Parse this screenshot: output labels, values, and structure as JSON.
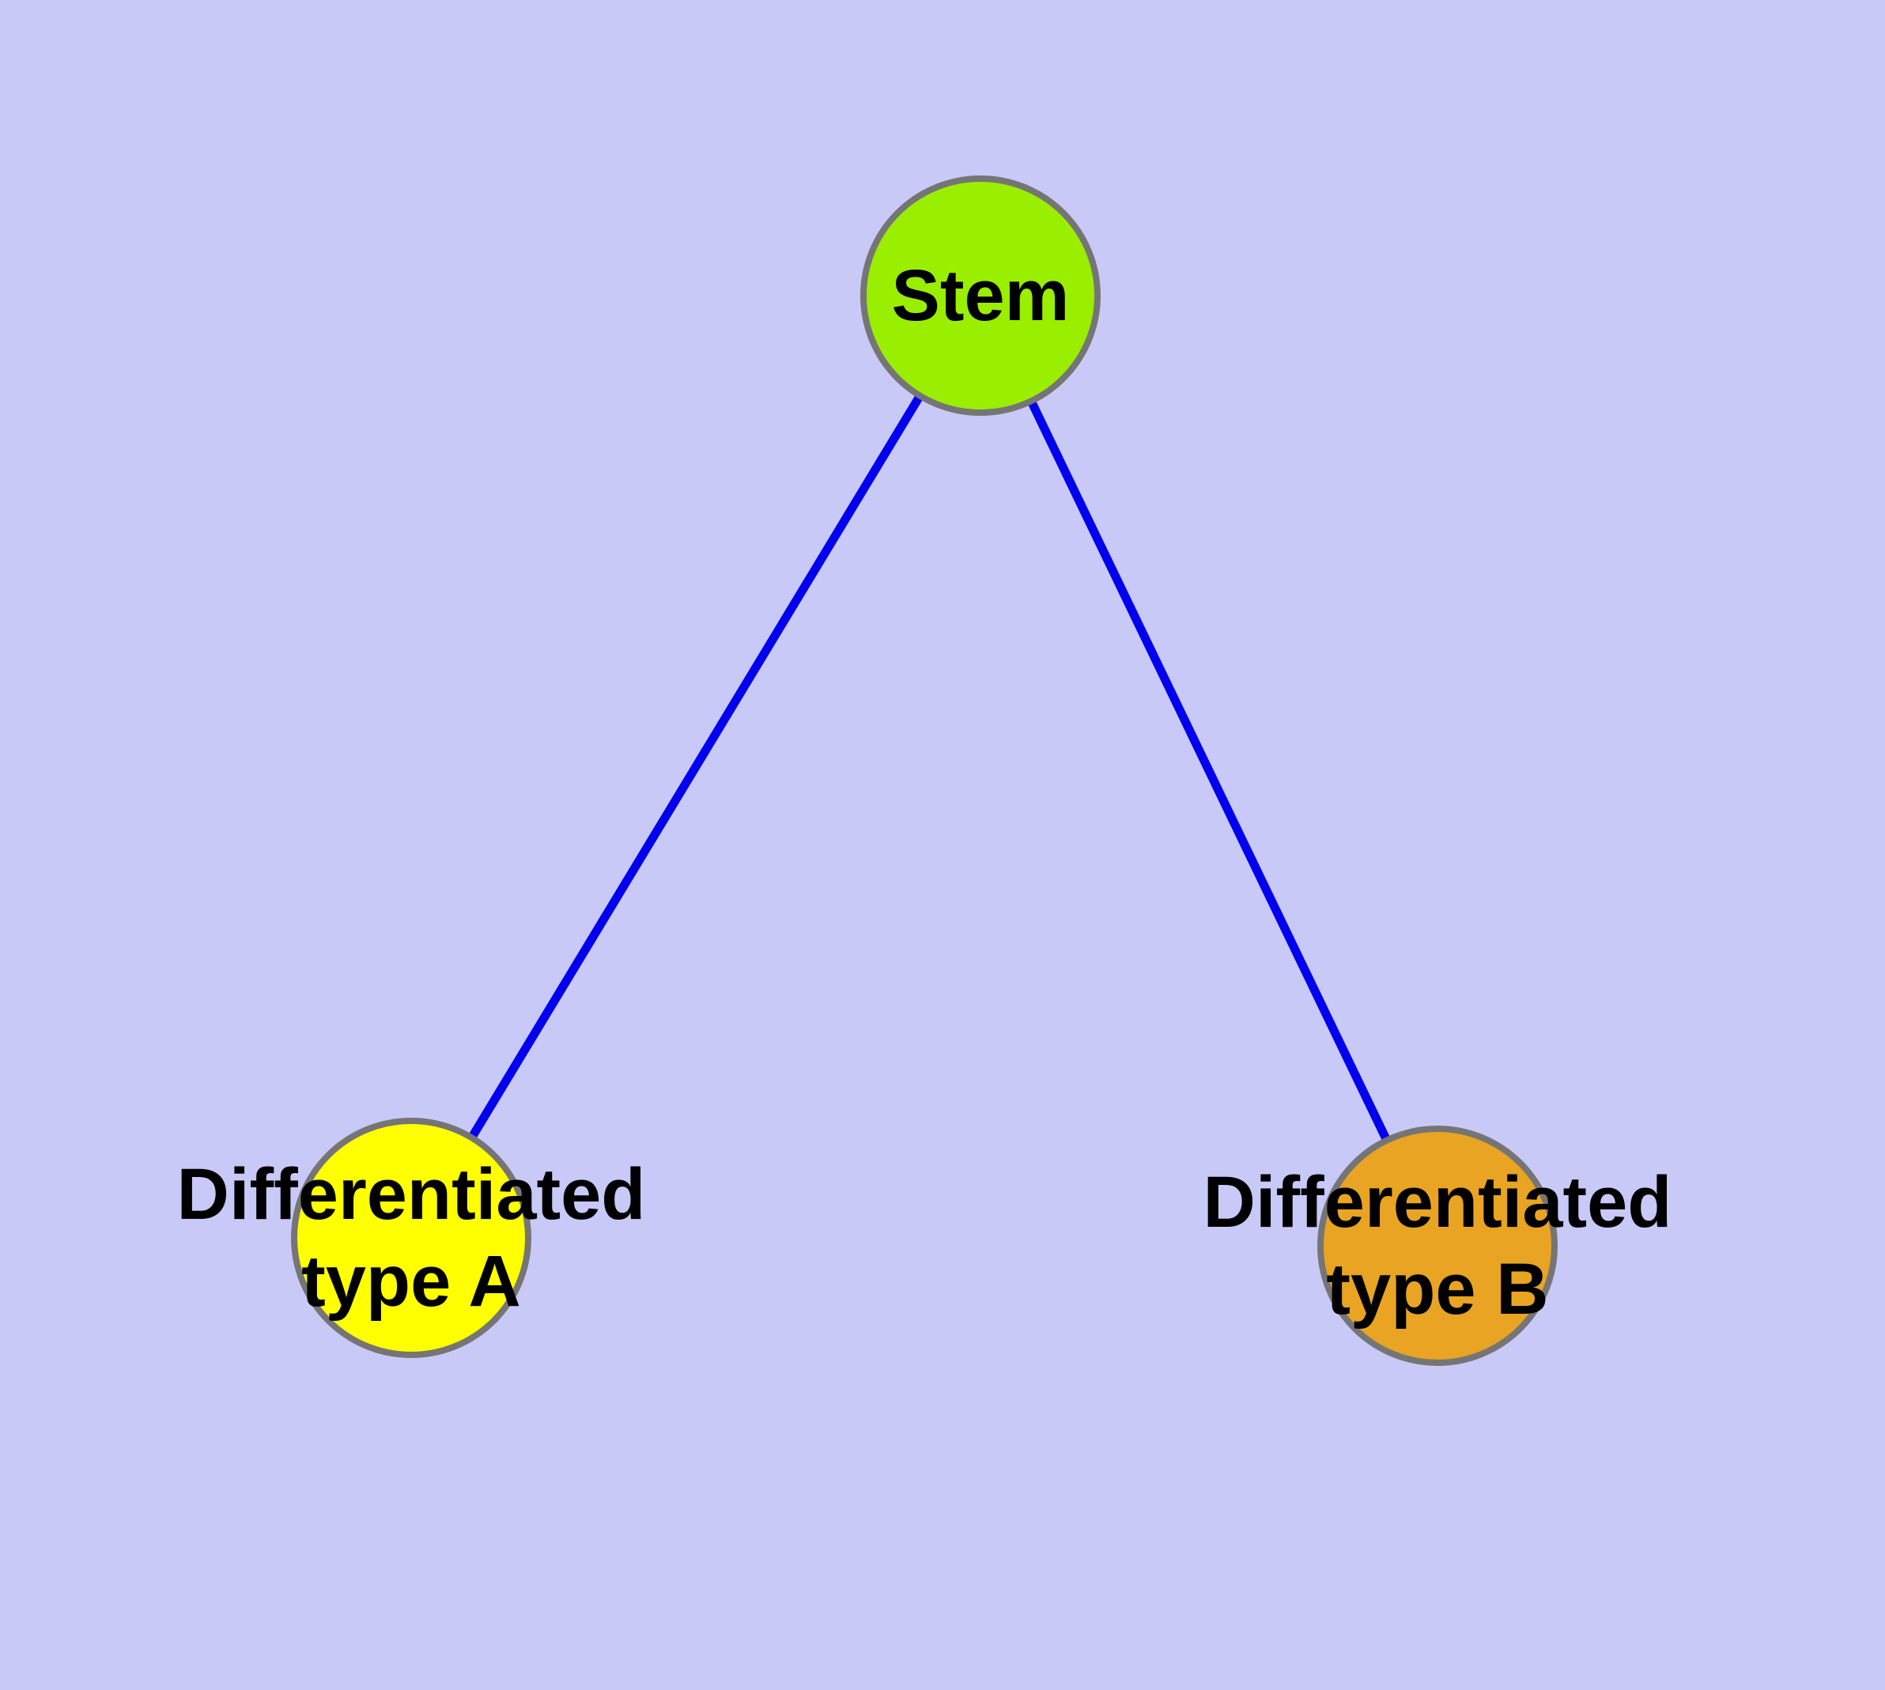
{
  "diagram": {
    "background_color": "#C9C9F8",
    "edge_color": "#0000EE",
    "node_border_color": "#757575",
    "label_color": "#000000",
    "nodes": [
      {
        "id": "stem",
        "label": "Stem",
        "fill": "#9AEE00"
      },
      {
        "id": "differentiated-type-a",
        "label": "Differentiated\ntype A",
        "fill": "#FFFF00"
      },
      {
        "id": "differentiated-type-b",
        "label": "Differentiated\ntype B",
        "fill": "#E8A422"
      }
    ],
    "edges": [
      {
        "from": "stem",
        "to": "differentiated-type-a"
      },
      {
        "from": "stem",
        "to": "differentiated-type-b"
      }
    ]
  }
}
